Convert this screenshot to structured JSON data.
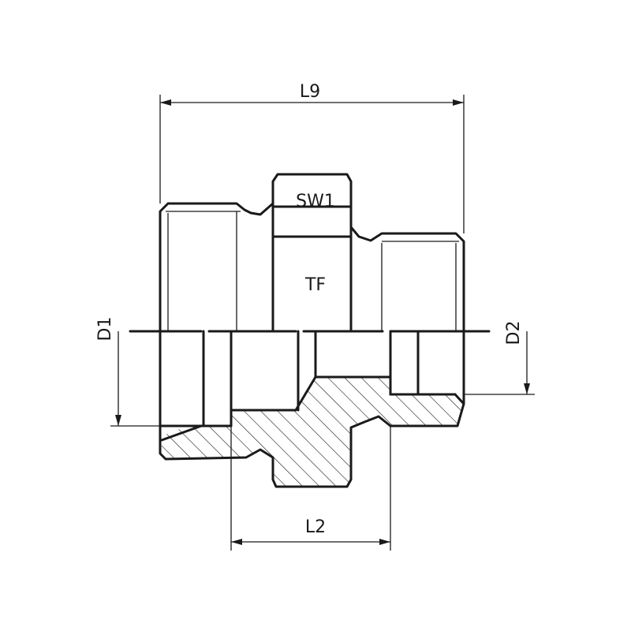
{
  "labels": {
    "overall_length": "L9",
    "wrench_size": "SW1",
    "thread_form": "TF",
    "diameter_left": "D1",
    "diameter_right": "D2",
    "length_body": "L2"
  },
  "colors": {
    "line": "#1a1a1a",
    "background": "#ffffff"
  }
}
